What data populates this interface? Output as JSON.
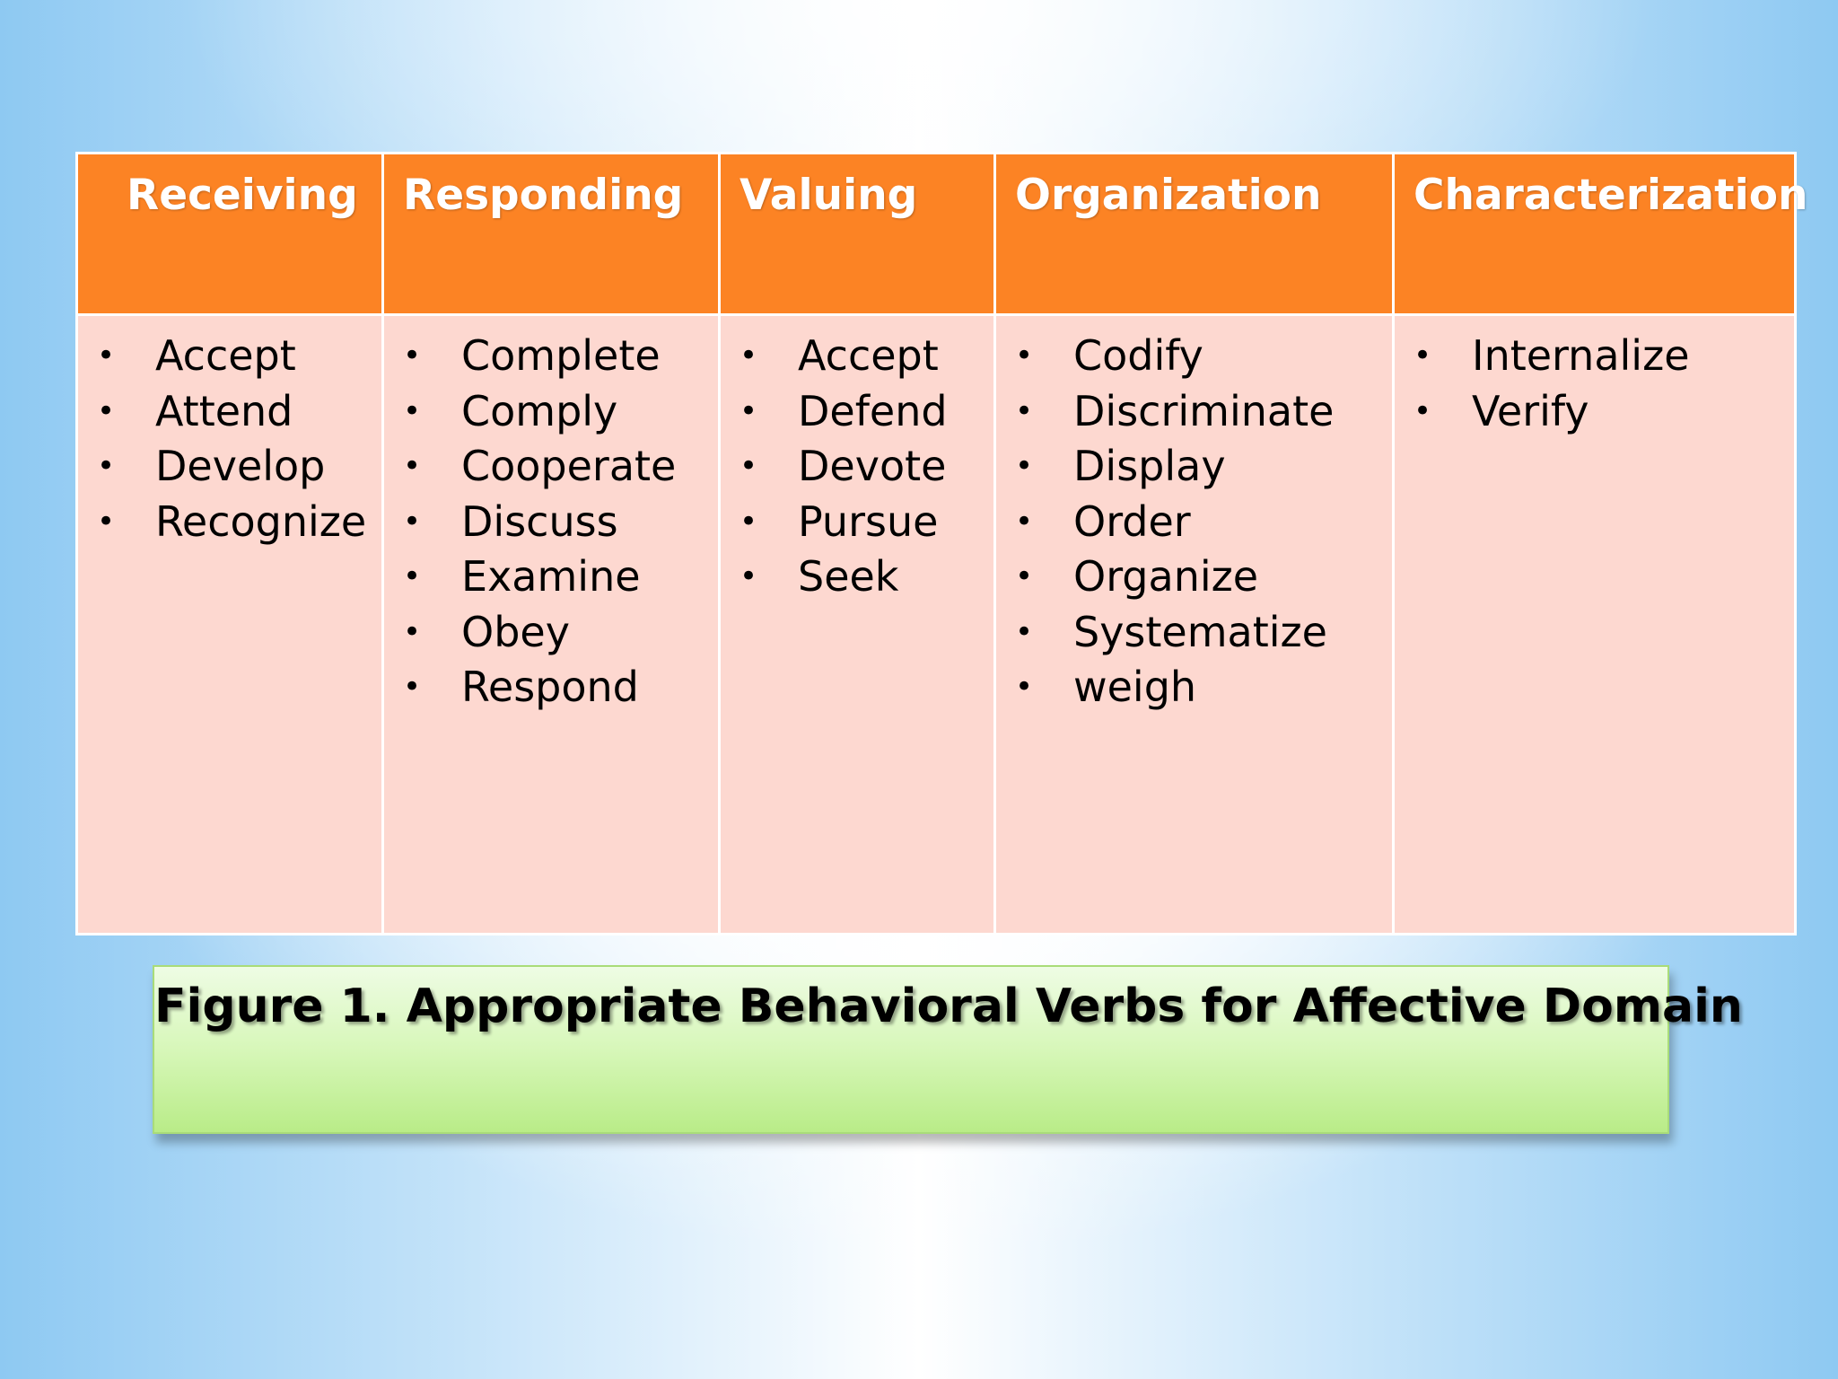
{
  "table": {
    "columns": [
      {
        "header": "Receiving",
        "verbs": [
          "Accept",
          "Attend",
          "Develop",
          "Recognize"
        ]
      },
      {
        "header": "Responding",
        "verbs": [
          "Complete",
          "Comply",
          "Cooperate",
          "Discuss",
          "Examine",
          "Obey",
          "Respond"
        ]
      },
      {
        "header": "Valuing",
        "verbs": [
          "Accept",
          "Defend",
          "Devote",
          "Pursue",
          "Seek"
        ]
      },
      {
        "header": "Organization",
        "verbs": [
          "Codify",
          "Discriminate",
          "Display",
          "Order",
          "Organize",
          "Systematize",
          "weigh"
        ]
      },
      {
        "header": "Characterization",
        "verbs": [
          "Internalize",
          "Verify"
        ]
      }
    ]
  },
  "caption": {
    "text": "Figure 1. Appropriate Behavioral Verbs for Affective Domain"
  },
  "colors": {
    "header_fill": "#fc8324",
    "body_fill": "#fdd8d0",
    "caption_fill": "#d7f7b9"
  }
}
